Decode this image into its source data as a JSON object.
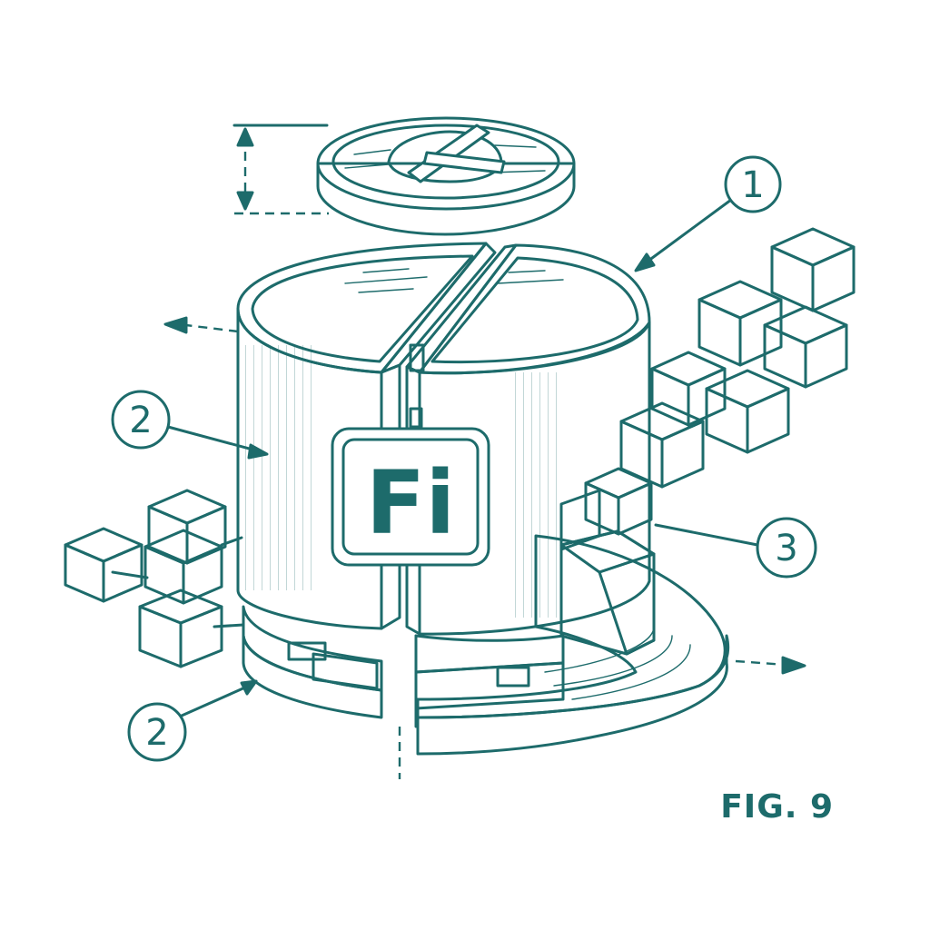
{
  "colors": {
    "ink": "#1d6b6b",
    "paper": "#ffffff"
  },
  "logo": {
    "text": "Fi"
  },
  "callouts": [
    {
      "id": "callout-1",
      "label": "1"
    },
    {
      "id": "callout-2-upper",
      "label": "2"
    },
    {
      "id": "callout-2-lower",
      "label": "2"
    },
    {
      "id": "callout-3",
      "label": "3"
    }
  ],
  "figure_label": "FIG. 9"
}
